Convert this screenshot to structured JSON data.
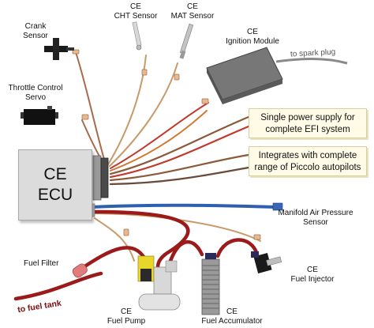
{
  "ecu": {
    "line1": "CE",
    "line2": "ECU"
  },
  "labels": {
    "crank": {
      "line1": "Crank",
      "line2": "Sensor"
    },
    "cht": {
      "line1": "CE",
      "line2": "CHT Sensor"
    },
    "mat": {
      "line1": "CE",
      "line2": "MAT Sensor"
    },
    "ignition": {
      "line1": "CE",
      "line2": "Ignition Module"
    },
    "spark": "to spark plug",
    "throttle": {
      "line1": "Throttle Control",
      "line2": "Servo"
    },
    "map": {
      "line1": "Manifold Air Pressure",
      "line2": "Sensor"
    },
    "fuel_filter": "Fuel Filter",
    "fuel_tank": "to fuel tank",
    "fuel_pump": {
      "line1": "CE",
      "line2": "Fuel Pump"
    },
    "fuel_accumulator": {
      "line1": "CE",
      "line2": "Fuel Accumulator"
    },
    "fuel_injector": {
      "line1": "CE",
      "line2": "Fuel Injector"
    }
  },
  "callouts": {
    "power": {
      "line1": "Single power supply for",
      "line2": "complete EFI system"
    },
    "piccolo": {
      "line1": "Integrates with complete",
      "line2": "range of Piccolo autopilots"
    }
  }
}
